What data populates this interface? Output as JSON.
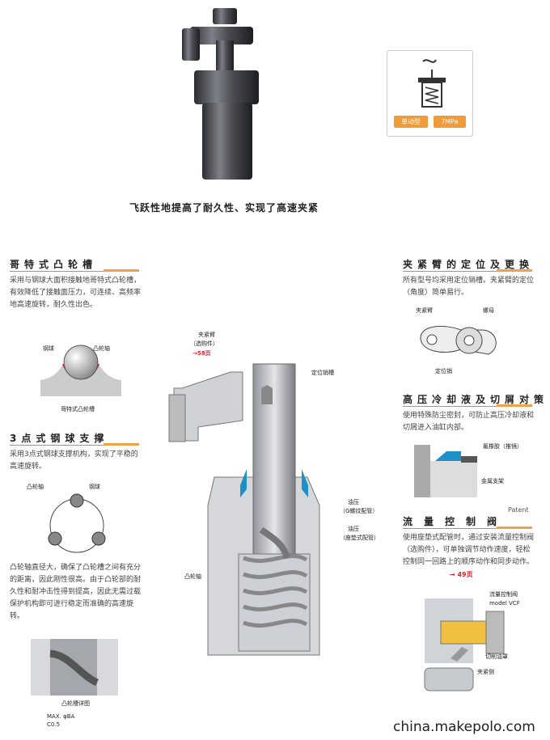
{
  "headline": "飞跃性地提高了耐久性、实现了高速夹紧",
  "badges": {
    "type": "单动型",
    "pressure": "7MPa"
  },
  "sections": {
    "gothic": {
      "title": "哥特式凸轮槽",
      "text": "采用与钢球大面积接触地哥特式凸轮槽，有效降低了接触面压力，可连续、高频率地高速旋转，耐久性出色。"
    },
    "three_point": {
      "title": "3点式钢球支撑",
      "text": "采用3点式钢球支撑机构，实现了平稳的高速旋转。"
    },
    "cam_text": "凸轮轴直径大，确保了凸轮槽之间有充分的距离，因此刚性很高。由于凸轮部的耐久性和耐冲击性得到提高，因此无需过载保护机构即可进行稳定而准确的高速旋转。",
    "clamp_arm": {
      "title": "夹紧臂的定位及更换",
      "text": "所有型号均采用定位销槽。夹紧臂的定位（角度）简单易行。"
    },
    "coolant": {
      "title": "高压冷却液及切屑对策",
      "text": "使用特殊防尘密封，可防止高压冷却液和切屑进入油缸内部。"
    },
    "flow": {
      "title": "流量控制阀",
      "patent": "Patent",
      "text": "使用座垫式配管时，通过安装流量控制阀（选购件），可单独调节动作速度，轻松控制同一回路上的顺序动作和同步动作。",
      "ref": "→ 49页"
    }
  },
  "labels": {
    "steel_ball": "钢球",
    "cam_shaft": "凸轮轴",
    "gothic_groove": "哥特式凸轮槽",
    "cam_shaft2": "凸轮轴",
    "steel_ball2": "钢球",
    "clamp_arm": "夹紧臂",
    "option": "（选购件）",
    "ref58": "→58页",
    "pin_groove": "定位销槽",
    "oil_g_1": "油压",
    "oil_g_2": "（G螺纹配管）",
    "oil_pad_1": "油压",
    "oil_pad_2": "（座垫式配管）",
    "cam_shaft_main": "凸轮轴",
    "arm_small": "夹紧臂",
    "nut": "螺母",
    "pin": "定位销",
    "seal": "氟橡胶（推镜）",
    "metal_bracket": "金属支架",
    "fcv": "流量控制阀",
    "model": "model VCF",
    "cut_cover": "切削油罩",
    "arm_side": "夹紧侧",
    "cam_detail": "凸轮槽详图",
    "max_a": "MAX. φBA",
    "max_b": "C0.5"
  },
  "watermark": "china.makepolo.com"
}
